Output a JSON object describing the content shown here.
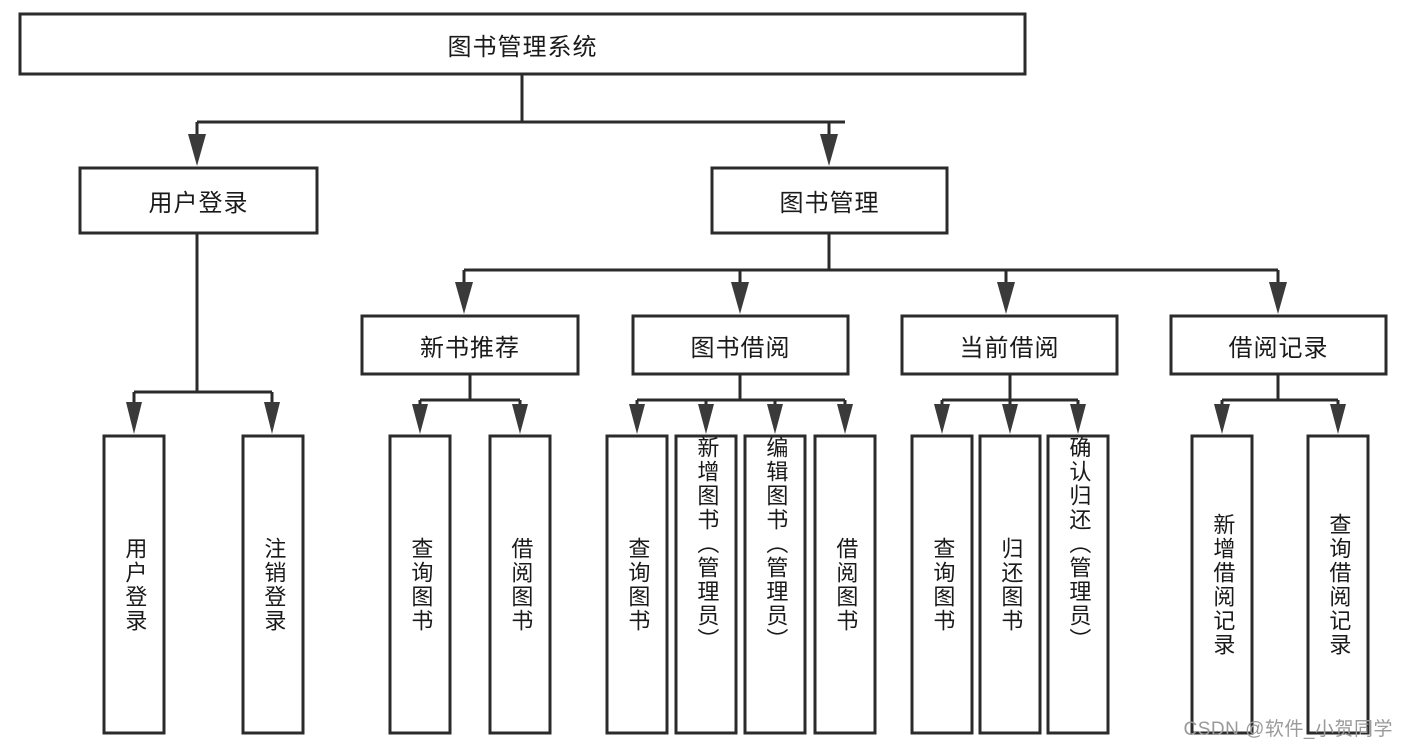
{
  "diagram": {
    "title": "图书管理系统",
    "type": "tree-hierarchy",
    "watermark": "CSDN @软件_小贺同学",
    "colors": {
      "box_fill": "#ffffff",
      "box_stroke": "#2b2b2b",
      "connector": "#2b2b2b",
      "text": "#1a1a1a",
      "watermark": "#9a9a9a"
    },
    "root": {
      "label": "图书管理系统"
    },
    "level2": [
      {
        "label": "用户登录"
      },
      {
        "label": "图书管理"
      }
    ],
    "level3": [
      {
        "label": "新书推荐"
      },
      {
        "label": "图书借阅"
      },
      {
        "label": "当前借阅"
      },
      {
        "label": "借阅记录"
      }
    ],
    "leaves": {
      "user_login": [
        {
          "label": "用户登录"
        },
        {
          "label": "注销登录"
        }
      ],
      "new_book_recommend": [
        {
          "label": "查询图书"
        },
        {
          "label": "借阅图书"
        }
      ],
      "book_borrow": [
        {
          "label": "查询图书"
        },
        {
          "label": "新增图书（管理员）"
        },
        {
          "label": "编辑图书（管理员）"
        },
        {
          "label": "借阅图书"
        }
      ],
      "current_borrow": [
        {
          "label": "查询图书"
        },
        {
          "label": "归还图书"
        },
        {
          "label": "确认归还（管理员）"
        }
      ],
      "borrow_record": [
        {
          "label": "新增借阅记录"
        },
        {
          "label": "查询借阅记录"
        }
      ]
    }
  }
}
